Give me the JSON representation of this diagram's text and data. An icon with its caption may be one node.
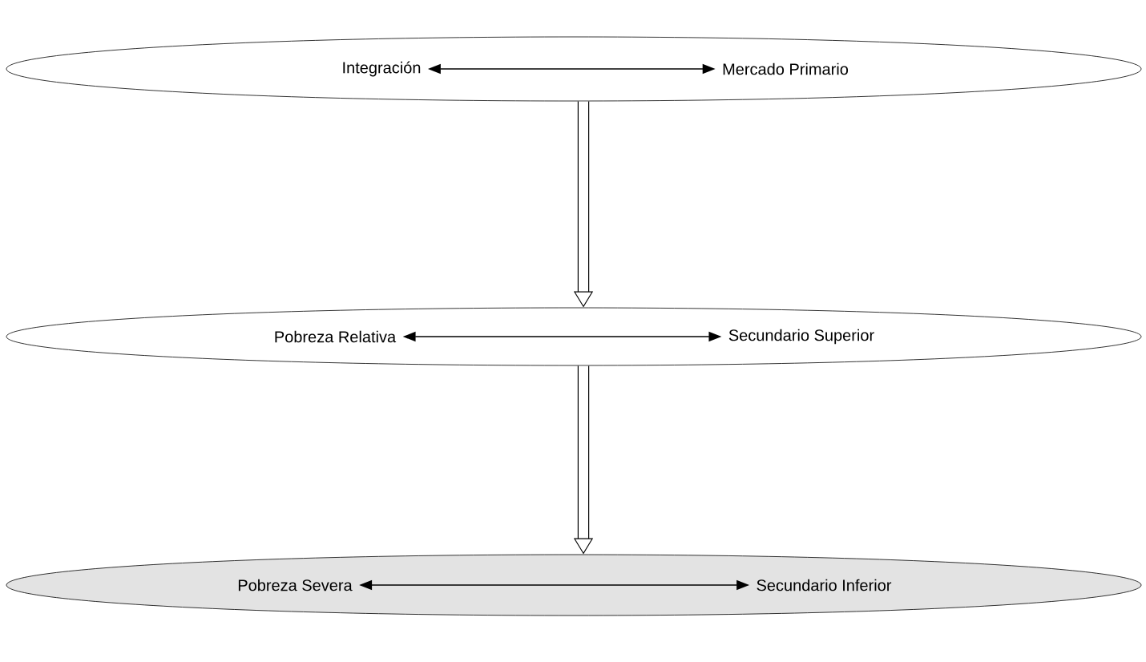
{
  "diagram": {
    "nodes": [
      {
        "text": [],
        "shape": "ellipse"
      },
      {
        "text": [
          "Integración"
        ],
        "in": 0
      },
      {
        "text": [
          "Mercado Primario"
        ],
        "in": 0
      },
      {
        "text": [],
        "shape": "ellipse"
      },
      {
        "text": [
          "Pobreza Relativa"
        ],
        "in": 3
      },
      {
        "text": [
          "Secundario Superior"
        ],
        "in": 3
      },
      {
        "text": [],
        "shape": "ellipse"
      },
      {
        "text": [
          "Pobreza Severa"
        ],
        "in": 6
      },
      {
        "text": [
          "Secundario Inferior"
        ],
        "in": 6
      }
    ],
    "edges": [
      {
        "from": 1,
        "to": 2,
        "arrow": "both"
      },
      {
        "from": 0,
        "to": 3,
        "arrow": "to",
        "style": "thick"
      },
      {
        "from": 4,
        "to": 5,
        "arrow": "both"
      },
      {
        "from": 3,
        "to": 6,
        "arrow": "to",
        "style": "thick"
      },
      {
        "from": 7,
        "to": 8,
        "arrow": "both"
      }
    ]
  }
}
